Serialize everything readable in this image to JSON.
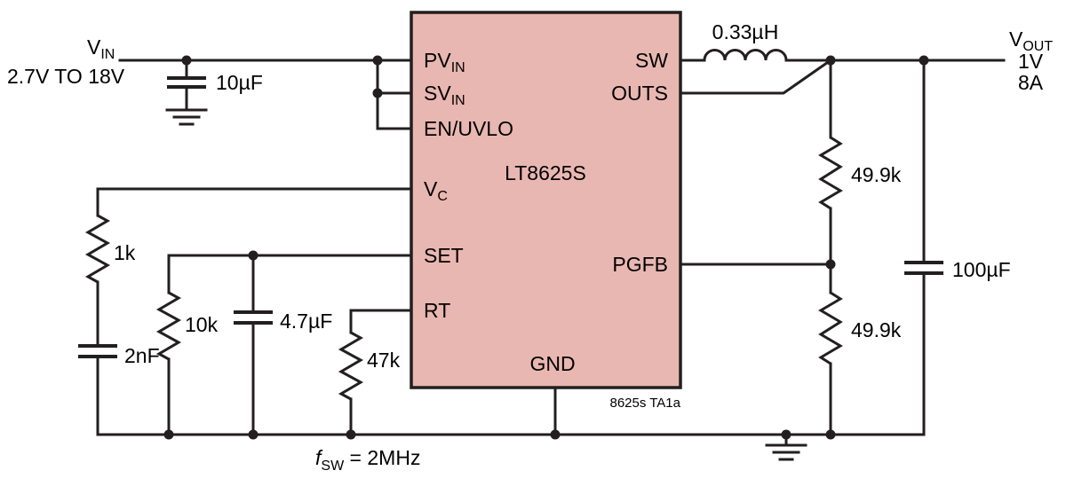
{
  "colors": {
    "line": "#231f20",
    "ic_fill": "#e9b7b1",
    "background": "#ffffff",
    "text": "#000000"
  },
  "ic": {
    "part_number": "LT8625S",
    "pins": {
      "pvin_main": "PV",
      "pvin_sub": "IN",
      "svin_main": "SV",
      "svin_sub": "IN",
      "en_uvlo": "EN/UVLO",
      "vc_main": "V",
      "vc_sub": "C",
      "set": "SET",
      "rt": "RT",
      "sw": "SW",
      "outs": "OUTS",
      "pgfb": "PGFB",
      "gnd": "GND"
    }
  },
  "input": {
    "label_main": "V",
    "label_sub": "IN",
    "range": "2.7V TO 18V",
    "input_cap": "10µF"
  },
  "output": {
    "label_main": "V",
    "label_sub": "OUT",
    "voltage": "1V",
    "current": "8A",
    "inductor": "0.33µH",
    "output_cap": "100µF",
    "fb_resistor_top": "49.9k",
    "fb_resistor_bottom": "49.9k"
  },
  "vc_network": {
    "resistor": "1k",
    "cap": "2nF"
  },
  "set_network": {
    "resistor": "10k",
    "cap": "4.7µF"
  },
  "freq": {
    "rt_resistor": "47k",
    "fsw_main": "f",
    "fsw_sub": "SW",
    "fsw_value": " = 2MHz"
  },
  "footnote": "8625s TA1a"
}
